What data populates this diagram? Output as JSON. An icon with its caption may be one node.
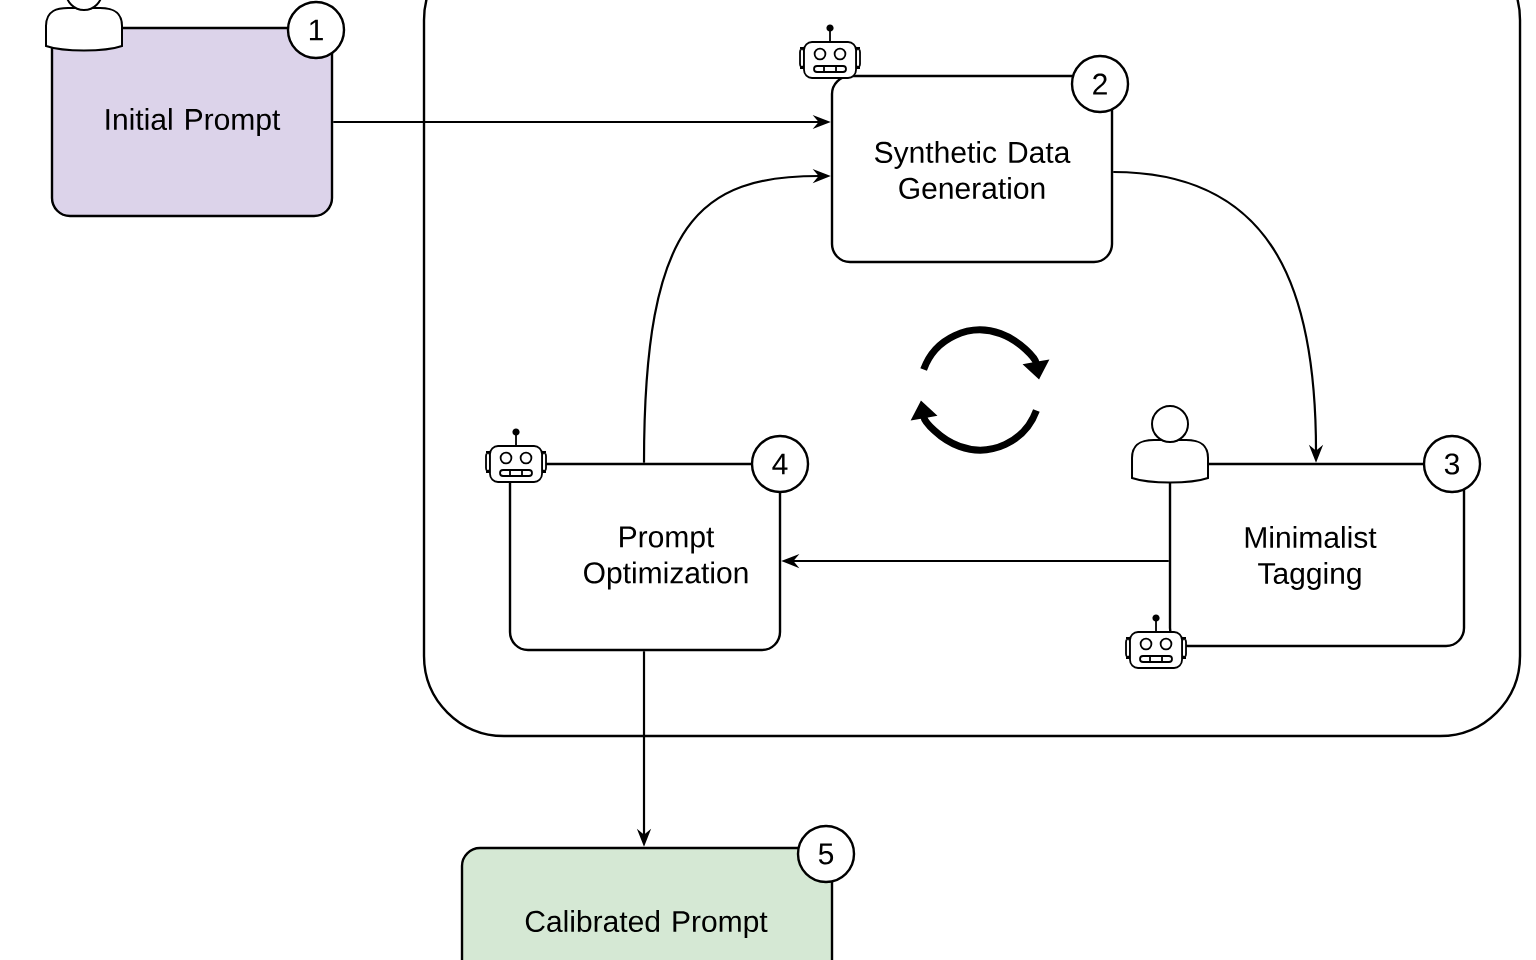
{
  "diagram": {
    "nodes": [
      {
        "text": [],
        "shape": "box"
      },
      {
        "text": [
          "Initial Prompt",
          "1"
        ]
      },
      {
        "text": [
          "Synthetic Data Generation",
          "2"
        ],
        "in": 0
      },
      {
        "text": [
          "Minimalist Tagging",
          "3"
        ],
        "in": 0
      },
      {
        "text": [
          "Prompt Optimization",
          "4"
        ],
        "in": 0
      },
      {
        "text": [
          "Calibrated Prompt",
          "5"
        ]
      }
    ],
    "edges": [
      {
        "from": 1,
        "to": 2,
        "arrow": "to"
      },
      {
        "from": 4,
        "to": 2,
        "arrow": "to"
      },
      {
        "from": 2,
        "to": 3,
        "arrow": "to"
      },
      {
        "from": 3,
        "to": 4,
        "arrow": "to"
      },
      {
        "from": 4,
        "to": 5,
        "arrow": "to"
      }
    ]
  }
}
